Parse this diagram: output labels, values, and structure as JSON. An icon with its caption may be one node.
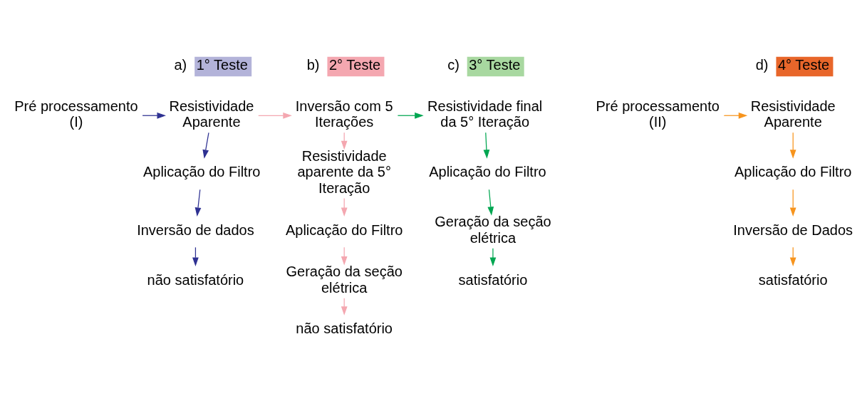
{
  "diagram": {
    "nodes": [
      {
        "text": [
          "1° Teste"
        ],
        "beside": [
          "a)"
        ]
      },
      {
        "text": [
          "Pré processamento (I)"
        ]
      },
      {
        "text": [
          "Resistividade Aparente"
        ]
      },
      {
        "text": [
          "Aplicação do Filtro"
        ]
      },
      {
        "text": [
          "Inversão de dados"
        ]
      },
      {
        "text": [
          "não satisfatório"
        ]
      },
      {
        "text": [
          "2° Teste"
        ],
        "beside": [
          "b)"
        ]
      },
      {
        "text": [
          "Inversão com 5 Iterações"
        ]
      },
      {
        "text": [
          "Resistividade aparente da 5° Iteração"
        ]
      },
      {
        "text": [
          "Aplicação do Filtro"
        ]
      },
      {
        "text": [
          "Geração da seção elétrica"
        ]
      },
      {
        "text": [
          "não satisfatório"
        ]
      },
      {
        "text": [
          "3° Teste"
        ],
        "beside": [
          "c)"
        ]
      },
      {
        "text": [
          "Resistividade final da 5° Iteração"
        ]
      },
      {
        "text": [
          "Aplicação do Filtro"
        ]
      },
      {
        "text": [
          "Geração da seção elétrica"
        ]
      },
      {
        "text": [
          "satisfatório"
        ]
      },
      {
        "text": [
          "4° Teste"
        ],
        "beside": [
          "d)"
        ]
      },
      {
        "text": [
          "Pré processamento (II)"
        ]
      },
      {
        "text": [
          "Resistividade Aparente"
        ]
      },
      {
        "text": [
          "Aplicação do Filtro"
        ]
      },
      {
        "text": [
          "Inversão de Dados"
        ]
      },
      {
        "text": [
          "satisfatório"
        ]
      }
    ],
    "edges": [
      {
        "from": 1,
        "to": 2,
        "arrow": "to",
        "color": "#2e3192"
      },
      {
        "from": 2,
        "to": 3,
        "arrow": "to",
        "color": "#2e3192"
      },
      {
        "from": 3,
        "to": 4,
        "arrow": "to",
        "color": "#2e3192"
      },
      {
        "from": 4,
        "to": 5,
        "arrow": "to",
        "color": "#2e3192"
      },
      {
        "from": 2,
        "to": 7,
        "arrow": "to",
        "color": "#f4a7b0"
      },
      {
        "from": 7,
        "to": 8,
        "arrow": "to",
        "color": "#f4a7b0"
      },
      {
        "from": 8,
        "to": 9,
        "arrow": "to",
        "color": "#f4a7b0"
      },
      {
        "from": 9,
        "to": 10,
        "arrow": "to",
        "color": "#f4a7b0"
      },
      {
        "from": 10,
        "to": 11,
        "arrow": "to",
        "color": "#f4a7b0"
      },
      {
        "from": 7,
        "to": 13,
        "arrow": "to",
        "color": "#00a651"
      },
      {
        "from": 13,
        "to": 14,
        "arrow": "to",
        "color": "#00a651"
      },
      {
        "from": 14,
        "to": 15,
        "arrow": "to",
        "color": "#00a651"
      },
      {
        "from": 15,
        "to": 16,
        "arrow": "to",
        "color": "#00a651"
      },
      {
        "from": 18,
        "to": 19,
        "arrow": "to",
        "color": "#f7941d"
      },
      {
        "from": 19,
        "to": 20,
        "arrow": "to",
        "color": "#f7941d"
      },
      {
        "from": 20,
        "to": 21,
        "arrow": "to",
        "color": "#f7941d"
      },
      {
        "from": 21,
        "to": 22,
        "arrow": "to",
        "color": "#f7941d"
      }
    ]
  }
}
